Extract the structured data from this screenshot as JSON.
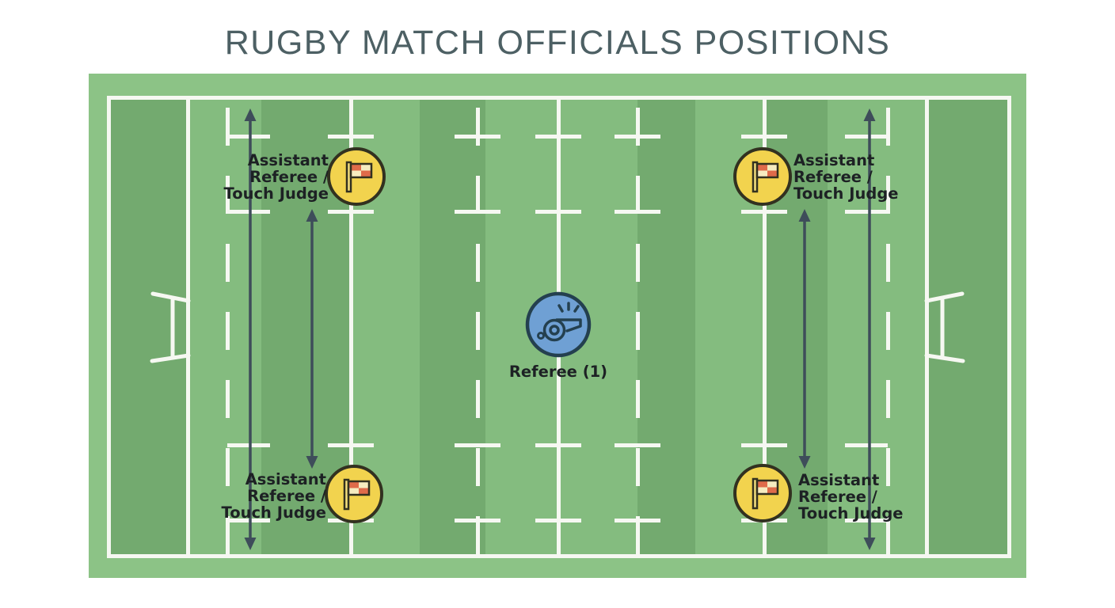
{
  "title": "RUGBY MATCH OFFICIALS POSITIONS",
  "referee": {
    "label": "Referee (1)",
    "icon": "whistle-icon",
    "marker_color": "#6fa0d4"
  },
  "assistants": {
    "label_lines": [
      "Assistant",
      "Referee /",
      "Touch Judge"
    ],
    "icon": "flag-icon",
    "marker_color": "#f2d34e",
    "positions": [
      "top-left",
      "bottom-left",
      "top-right",
      "bottom-right"
    ],
    "movement": "up-down touch line arrows"
  },
  "field": {
    "grass_light": "#84bc7f",
    "grass_dark": "#73aa6f",
    "surround_green": "#8cc386",
    "line_white": "#f6f8f2",
    "arrow_color": "#3e4d5a",
    "title_color": "#4d6064",
    "label_text_color": "#1d2124",
    "flag_red": "#df6b4a",
    "flag_cream": "#f6ecc0",
    "marker_outline": "#323120",
    "referee_outline": "#24404f"
  }
}
